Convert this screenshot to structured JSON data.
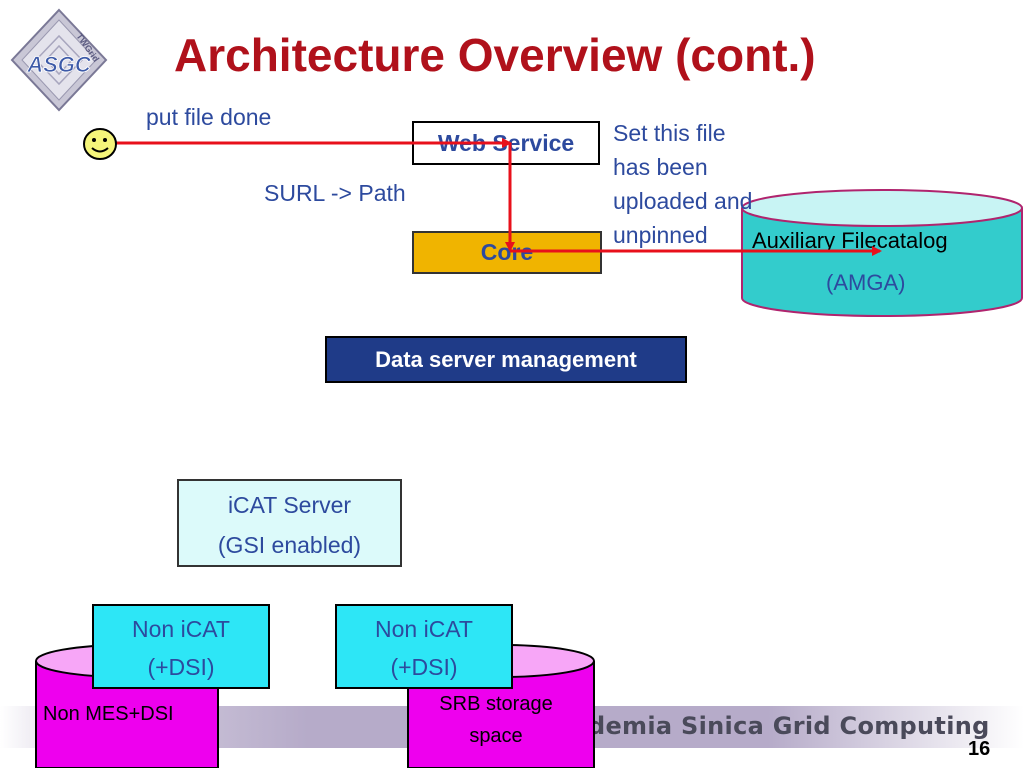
{
  "slide": {
    "title": "Architecture Overview (cont.)",
    "page_number": "16",
    "footer_text": "demia Sinica Grid Computing",
    "logo_text": "ASGC",
    "logo_subtext": "TWGrid"
  },
  "labels": {
    "put_file": "put file done",
    "surl_path": "SURL -> Path",
    "set_file_lines": [
      "Set this file",
      "has been",
      "uploaded and",
      "unpinned"
    ]
  },
  "boxes": {
    "web_service": "Web Service",
    "core": "Core",
    "data_server": "Data server management",
    "icat_server_lines": [
      "iCAT Server",
      "(GSI enabled)"
    ],
    "non_icat_lines": [
      "Non iCAT",
      "(+DSI)"
    ]
  },
  "cylinders": {
    "amga_line1": "Auxiliary Filecatalog",
    "amga_line2": "(AMGA)",
    "mes": "Non MES+DSI",
    "srb_lines": [
      "SRB storage",
      "space"
    ]
  },
  "colors": {
    "title": "#b0111b",
    "text_blue": "#2d4a9e",
    "arrow": "#e8101b",
    "core_fill": "#f0b400",
    "data_server_fill": "#1f3b88",
    "amga_fill": "#33cccc",
    "storage_fill": "#ee00ee",
    "non_icat_fill": "#2de6f6"
  },
  "icons": {
    "user": "smiley-face-icon"
  }
}
